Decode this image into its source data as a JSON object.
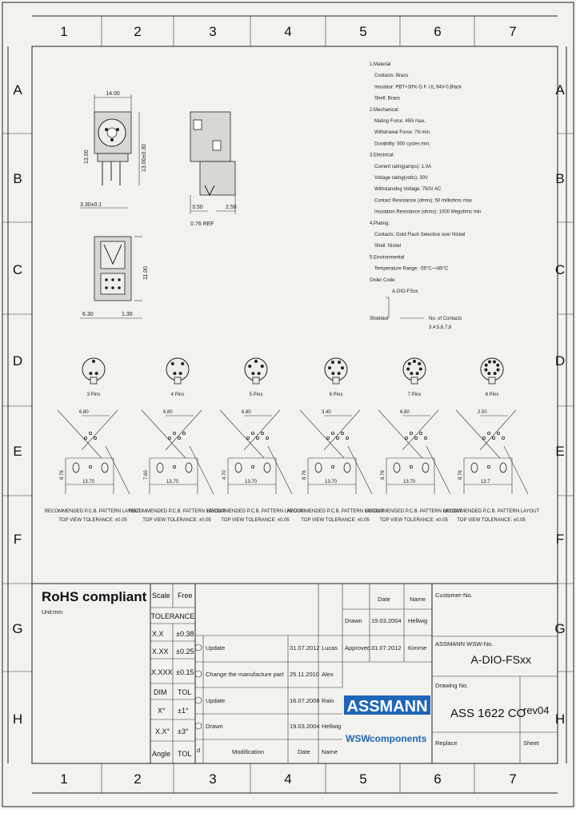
{
  "columns": [
    "1",
    "2",
    "3",
    "4",
    "5",
    "6",
    "7"
  ],
  "rows": [
    "A",
    "B",
    "C",
    "D",
    "E",
    "F",
    "G",
    "H"
  ],
  "specs": [
    "1.Material",
    "Contacts: Brass",
    "Insulator: PBT+30% G.F. UL 94V-0,Black",
    "Shell: Brass",
    "2.Mechanical:",
    "Mating Force: 45N max.",
    "Withdrawal Force: 7N min.",
    "Durability: 500 cycles min.",
    "3.Electrical:",
    "Current rating(amps): 1.0A",
    "Voltage rating(volts): 30V",
    "Withstanding Voltage: 750V AC",
    "Contact Resistance (ohms): 50 milliohms max",
    "Insulation Resistance (ohms): 1000 Megohms min",
    "4.Plating:",
    "Contacts: Gold Flash Selective over Nickel",
    "Shell: Nickel",
    "5.Environmental",
    "Temperature Range: -55°C~+85°C",
    "Order Code:",
    "A-DIO-FSxx"
  ],
  "order_notes": [
    "Shielded",
    "No. of Contacts",
    "3,4,5,6,7,8"
  ],
  "dims_top": {
    "width": "14.00",
    "height1": "13.00",
    "height2": "13.00±0.30",
    "left_w": "3.30±0.1",
    "side_a": "3.50",
    "side_b": "2.50",
    "side_c": "0.76 REF",
    "pin_view_h": "11.00",
    "pin_view_a": "6.30",
    "pin_view_b": "1.30"
  },
  "variants": [
    {
      "pins": "3 Pins",
      "d1": "6.80",
      "d2": "8.76",
      "d3": "13.70"
    },
    {
      "pins": "4 Pins",
      "d1": "6.80",
      "d2": "7.60",
      "d3": "13.70"
    },
    {
      "pins": "5 Pins",
      "d1": "6.80",
      "d2": "4.70",
      "d3": "13.70"
    },
    {
      "pins": "6 Pins",
      "d1": "3.40",
      "d2": "8.76",
      "d3": "13.70"
    },
    {
      "pins": "7 Pins",
      "d1": "6.80",
      "d2": "8.76",
      "d3": "13.70"
    },
    {
      "pins": "8 Pins",
      "d1": "2.50",
      "d2": "8.76",
      "d3": "13.7"
    }
  ],
  "layout_note1": "RECOMMENDED P.C.B. PATTERN LAYOUT",
  "layout_note2": "TOP VIEW TOLERANCE: ±0.05",
  "rohs": "RoHS compliant",
  "unit": "Unit:mm",
  "tolerance": {
    "scale_label": "Scale",
    "scale_value": "Free",
    "title": "TOLERANCE",
    "rows": [
      {
        "k": "X.X",
        "v": "±0.38"
      },
      {
        "k": "X.XX",
        "v": "±0.25"
      },
      {
        "k": "X.XXX",
        "v": "±0.15"
      }
    ],
    "dim_label": "DIM",
    "tol_label": "TOL",
    "angle_rows": [
      {
        "k": "X°",
        "v": "±1°"
      },
      {
        "k": "X.X°",
        "v": "±3°"
      }
    ],
    "angle_label": "Angle",
    "angle_tol": "TOL"
  },
  "revisions": [
    {
      "idx": "",
      "text": "Update",
      "date": "31.07.2012",
      "name": "Lucas"
    },
    {
      "idx": "",
      "text": "Change the manufacture part",
      "date": "25.11.2010",
      "name": "Alex"
    },
    {
      "idx": "",
      "text": "Update",
      "date": "16.07.2008",
      "name": "Rain"
    },
    {
      "idx": "",
      "text": "Drawn",
      "date": "19.03.2004",
      "name": "Hellwig"
    }
  ],
  "rev_header": {
    "idx": "d",
    "mod": "Modification",
    "date": "Date",
    "name": "Name"
  },
  "approval": {
    "date_h": "Date",
    "name_h": "Name",
    "drawn": "Drawn",
    "drawn_date": "19.03.2004",
    "drawn_name": "Hellwig",
    "approved": "Approved",
    "approved_date": "31.07.2012",
    "approved_name": "Kimme"
  },
  "customer_label": "Customer-No.",
  "assmann_label": "ASSMANN WSW-No.",
  "part_no": "A-DIO-FSxx",
  "drawing_label": "Drawing No.",
  "drawing_no": "ASS 1622 CO",
  "rev": "rev04",
  "replace_label": "Replace",
  "sheet_label": "Sheet",
  "logo": {
    "top": "ASSMANN",
    "bottom_a": "WSW",
    "bottom_b": "components"
  }
}
